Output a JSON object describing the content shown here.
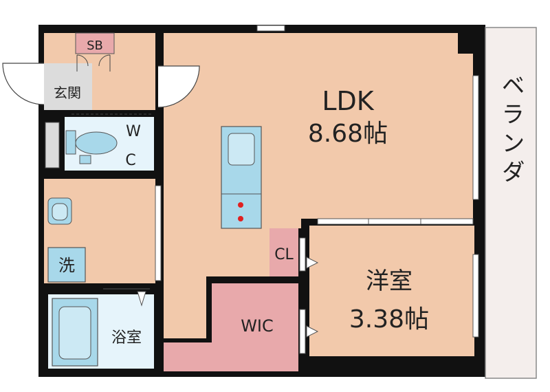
{
  "rooms": {
    "ldk": {
      "name": "LDK",
      "size": "8.68帖"
    },
    "western": {
      "name": "洋室",
      "size": "3.38帖"
    },
    "wic": {
      "name": "WIC"
    },
    "cl": {
      "name": "CL"
    },
    "entrance": {
      "name": "玄関"
    },
    "sb": {
      "name": "SB"
    },
    "wc": {
      "line1": "W",
      "line2": "C"
    },
    "washer": {
      "name": "洗"
    },
    "bath": {
      "name": "浴室"
    },
    "veranda": {
      "name": "ベランダ"
    }
  },
  "colors": {
    "floor": "#f2c9ab",
    "pink": "#e8a9ab",
    "wet": "#e6f4fb",
    "fixture": "#a8d8ea",
    "wall": "#111111",
    "veranda": "#f4eeec"
  }
}
